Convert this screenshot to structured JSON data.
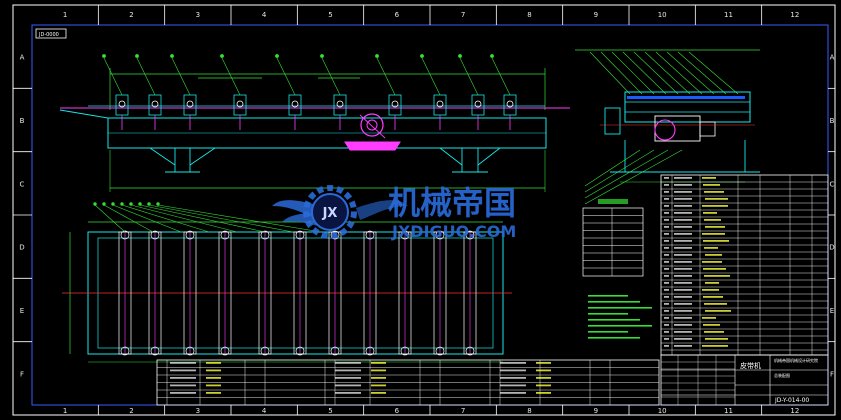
{
  "frame": {
    "column_labels": [
      "1",
      "2",
      "3",
      "4",
      "5",
      "6",
      "7",
      "8",
      "9",
      "10",
      "11",
      "12"
    ],
    "row_labels": [
      "A",
      "B",
      "C",
      "D",
      "E",
      "F"
    ]
  },
  "drawing_number_tag": "JD-0000",
  "watermark": {
    "brand_text": "机械帝国",
    "url_text": "JXDIGUO.COM",
    "logo_letters": "JX"
  },
  "title_block": {
    "main_title": "皮带机",
    "drawing_code": "JD-Y-014-00",
    "company_line_1": "机械帝国机械设计研究院",
    "company_line_2": "总装配图"
  },
  "colors": {
    "background": "#000000",
    "frame_white": "#ffffff",
    "frame_blue": "#3a5cff",
    "drawing_cyan": "#19e8e8",
    "drawing_magenta": "#ff3cff",
    "drawing_green": "#35e035",
    "drawing_red": "#ff3030",
    "drawing_yellow": "#e8e820",
    "watermark_blue": "#2a6ad8"
  }
}
